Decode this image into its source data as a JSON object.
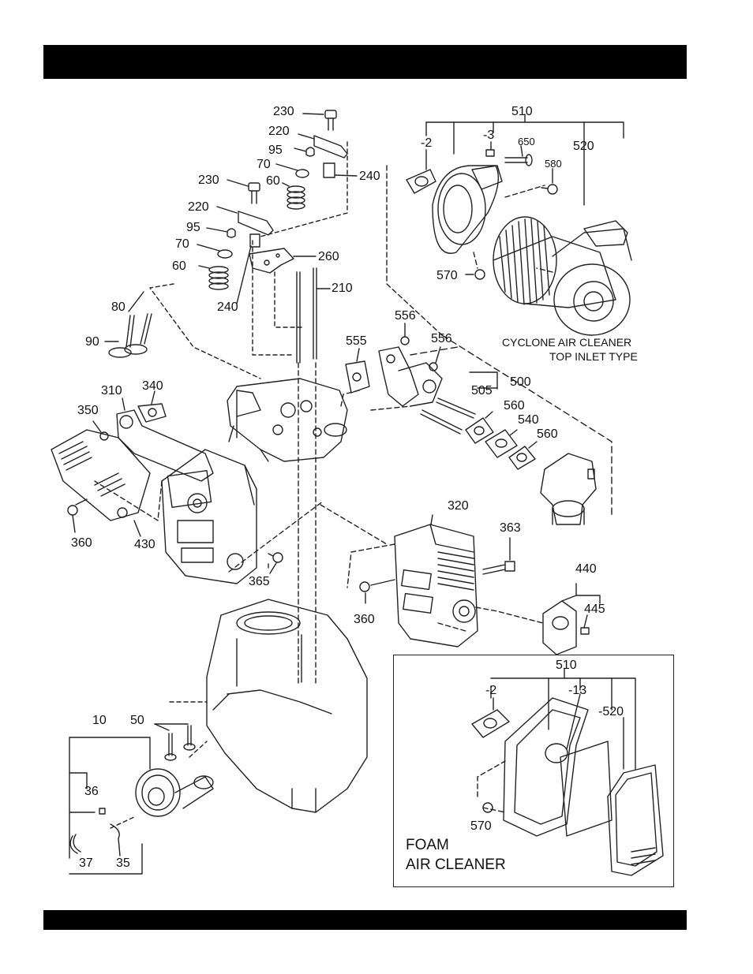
{
  "labels": {
    "l230a": "230",
    "l220a": "220",
    "l95a": "95",
    "l70a": "70",
    "l60a": "60",
    "l240a": "240",
    "l230b": "230",
    "l220b": "220",
    "l95b": "95",
    "l70b": "70",
    "l60b": "60",
    "l240b": "240",
    "l260": "260",
    "l210": "210",
    "l80": "80",
    "l90": "90",
    "l310": "310",
    "l340": "340",
    "l350": "350",
    "l360a": "360",
    "l430": "430",
    "l365": "365",
    "l510a": "510",
    "l2a": "-2",
    "l3": "-3",
    "l650": "650",
    "l580": "580",
    "l520": "520",
    "l570a": "570",
    "l556a": "556",
    "l556b": "556",
    "l555": "555",
    "l500": "500",
    "l505": "505",
    "l560a": "560",
    "l540": "540",
    "l560b": "560",
    "l320": "320",
    "l363": "363",
    "l440": "440",
    "l445": "445",
    "l360b": "360",
    "l10": "10",
    "l50": "50",
    "l36": "36",
    "l37": "37",
    "l35": "35",
    "l510b": "510",
    "l2b": "-2",
    "l13": "-13",
    "l520b": "-520",
    "l570b": "570"
  },
  "captions": {
    "cyclone_line1": "CYCLONE AIR CLEANER",
    "cyclone_line2": "TOP INLET TYPE",
    "foam_line1": "FOAM",
    "foam_line2": "AIR CLEANER"
  }
}
